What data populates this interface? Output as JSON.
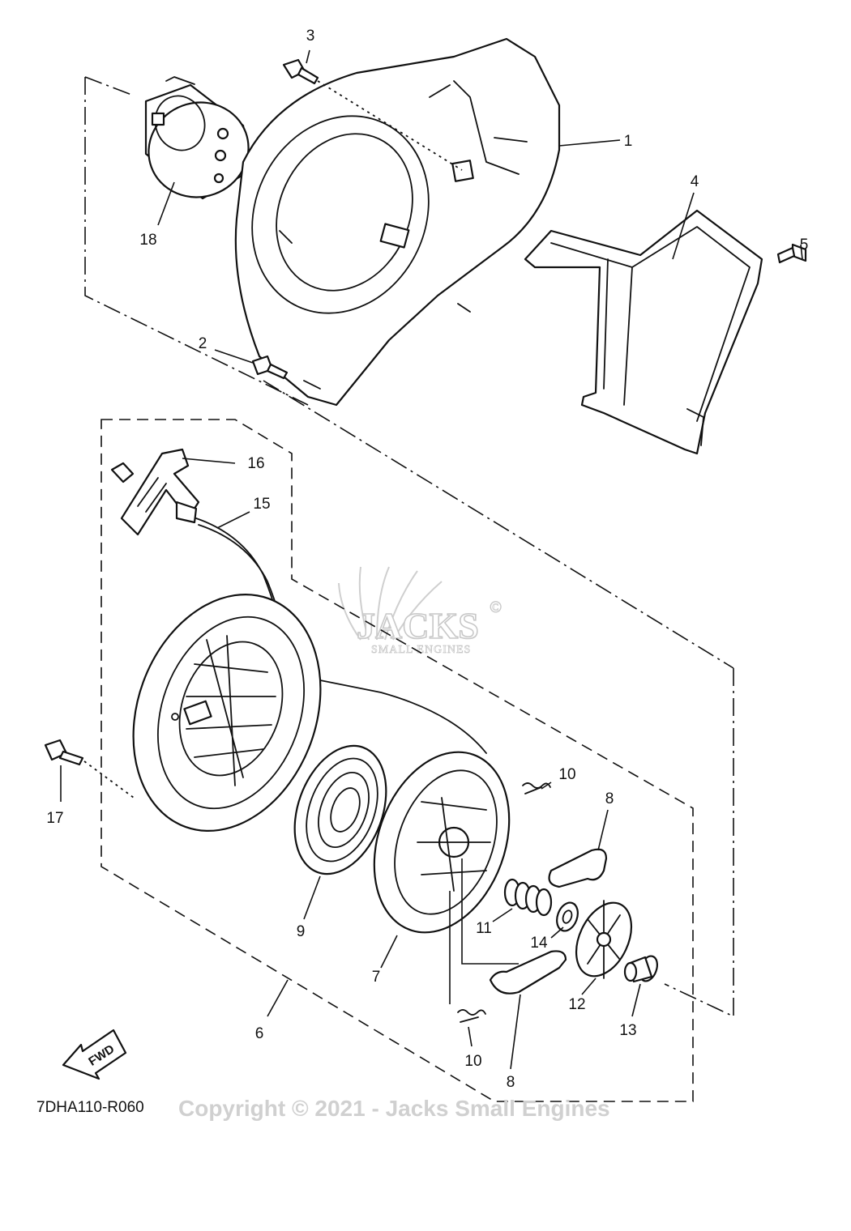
{
  "drawing_code": "7DHA110-R060",
  "copyright": "Copyright © 2021 - Jacks Small Engines",
  "watermark": {
    "brand": "JACKS",
    "tagline": "SMALL ENGINES",
    "mark": "©"
  },
  "direction_arrow": "FWD",
  "callouts": {
    "c1": "1",
    "c2": "2",
    "c3": "3",
    "c4": "4",
    "c5": "5",
    "c6": "6",
    "c7": "7",
    "c8a": "8",
    "c8b": "8",
    "c9": "9",
    "c10a": "10",
    "c10b": "10",
    "c11": "11",
    "c12": "12",
    "c13": "13",
    "c14": "14",
    "c15": "15",
    "c16": "16",
    "c17": "17",
    "c18": "18"
  }
}
